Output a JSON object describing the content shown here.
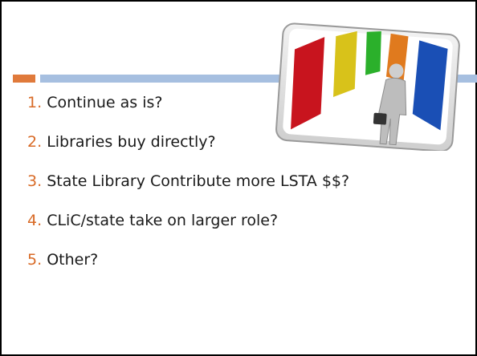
{
  "slide": {
    "items": [
      {
        "number": "1.",
        "text": "Continue as is?"
      },
      {
        "number": "2.",
        "text": "Libraries buy directly?"
      },
      {
        "number": "3.",
        "text": "State Library Contribute more LSTA $$?"
      },
      {
        "number": "4.",
        "text": "CLiC/state take on larger role?"
      },
      {
        "number": "5.",
        "text": "Other?"
      }
    ],
    "accent_color": "#e07a3b",
    "bar_color": "#a6bfe0",
    "image_icon": "person-choosing-doors-icon"
  }
}
